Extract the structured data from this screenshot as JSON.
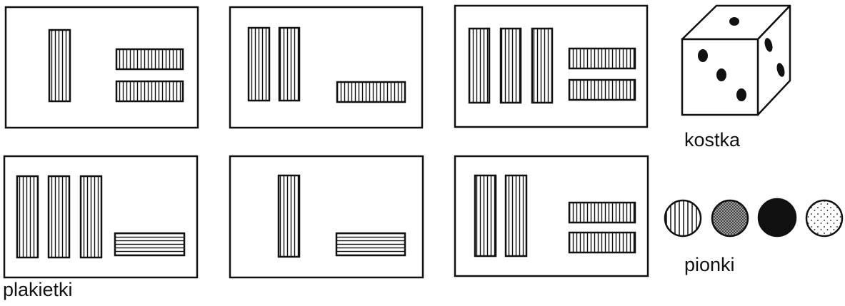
{
  "labels": {
    "plaques": "plakietki",
    "die": "kostka",
    "pawns": "pionki"
  },
  "plaques": [
    {
      "vertical": 1,
      "horizontal": 2,
      "horizontal_pattern": "vertical-stripes"
    },
    {
      "vertical": 2,
      "horizontal": 1,
      "horizontal_pattern": "vertical-stripes"
    },
    {
      "vertical": 3,
      "horizontal": 2,
      "horizontal_pattern": "vertical-stripes"
    },
    {
      "vertical": 3,
      "horizontal": 1,
      "horizontal_pattern": "horizontal-stripes"
    },
    {
      "vertical": 1,
      "horizontal": 1,
      "horizontal_pattern": "horizontal-stripes"
    },
    {
      "vertical": 2,
      "horizontal": 2,
      "horizontal_pattern": "vertical-stripes"
    }
  ],
  "die": {
    "top_face_pips": 1,
    "front_face_pips": 3,
    "side_face_pips": 2
  },
  "pawns": [
    {
      "name": "striped-pawn",
      "pattern": "vertical-stripes"
    },
    {
      "name": "crosshatched-pawn",
      "pattern": "crosshatch"
    },
    {
      "name": "black-pawn",
      "pattern": "solid-black"
    },
    {
      "name": "dotted-pawn",
      "pattern": "dots"
    }
  ],
  "colors": {
    "ink": "#111111",
    "paper": "#ffffff"
  }
}
